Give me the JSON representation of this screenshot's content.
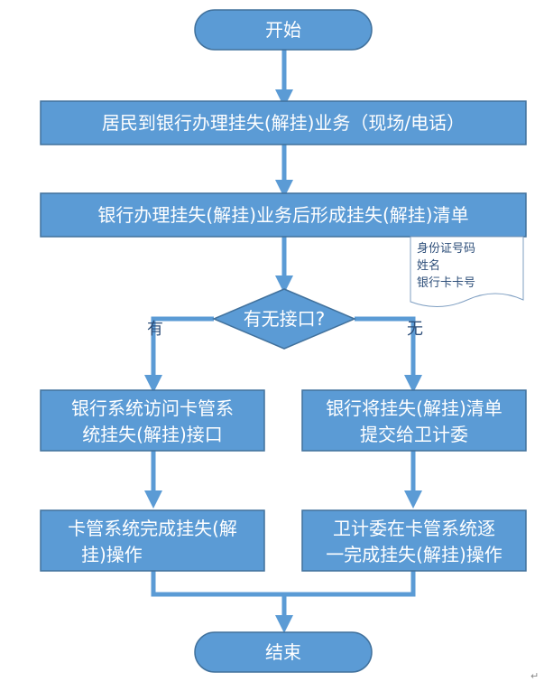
{
  "nodes": {
    "start": "开始",
    "step1": "居民到银行办理挂失(解挂)业务（现场/电话）",
    "step2": "银行办理挂失(解挂)业务后形成挂失(解挂)清单",
    "decision": "有无接口?",
    "left1_line1": "银行系统访问卡管系",
    "left1_line2": "统挂失(解挂)接口",
    "right1_line1": "银行将挂失(解挂)清单",
    "right1_line2": "提交给卫计委",
    "left2_line1": "卡管系统完成挂失(解",
    "left2_line2": "挂)操作",
    "right2_line1": "卫计委在卡管系统逐",
    "right2_line2": "一完成挂失(解挂)操作",
    "end": "结束"
  },
  "edge_labels": {
    "yes": "有",
    "no": "无"
  },
  "document": {
    "lines": [
      "身份证号码",
      "姓名",
      "银行卡卡号"
    ]
  },
  "paragraph_mark": "↵",
  "colors": {
    "box_fill": "#5b9bd5",
    "box_stroke": "#41719c",
    "arrow": "#5b9bd5",
    "text": "#ffffff",
    "doc_text": "#2e4f7a"
  }
}
